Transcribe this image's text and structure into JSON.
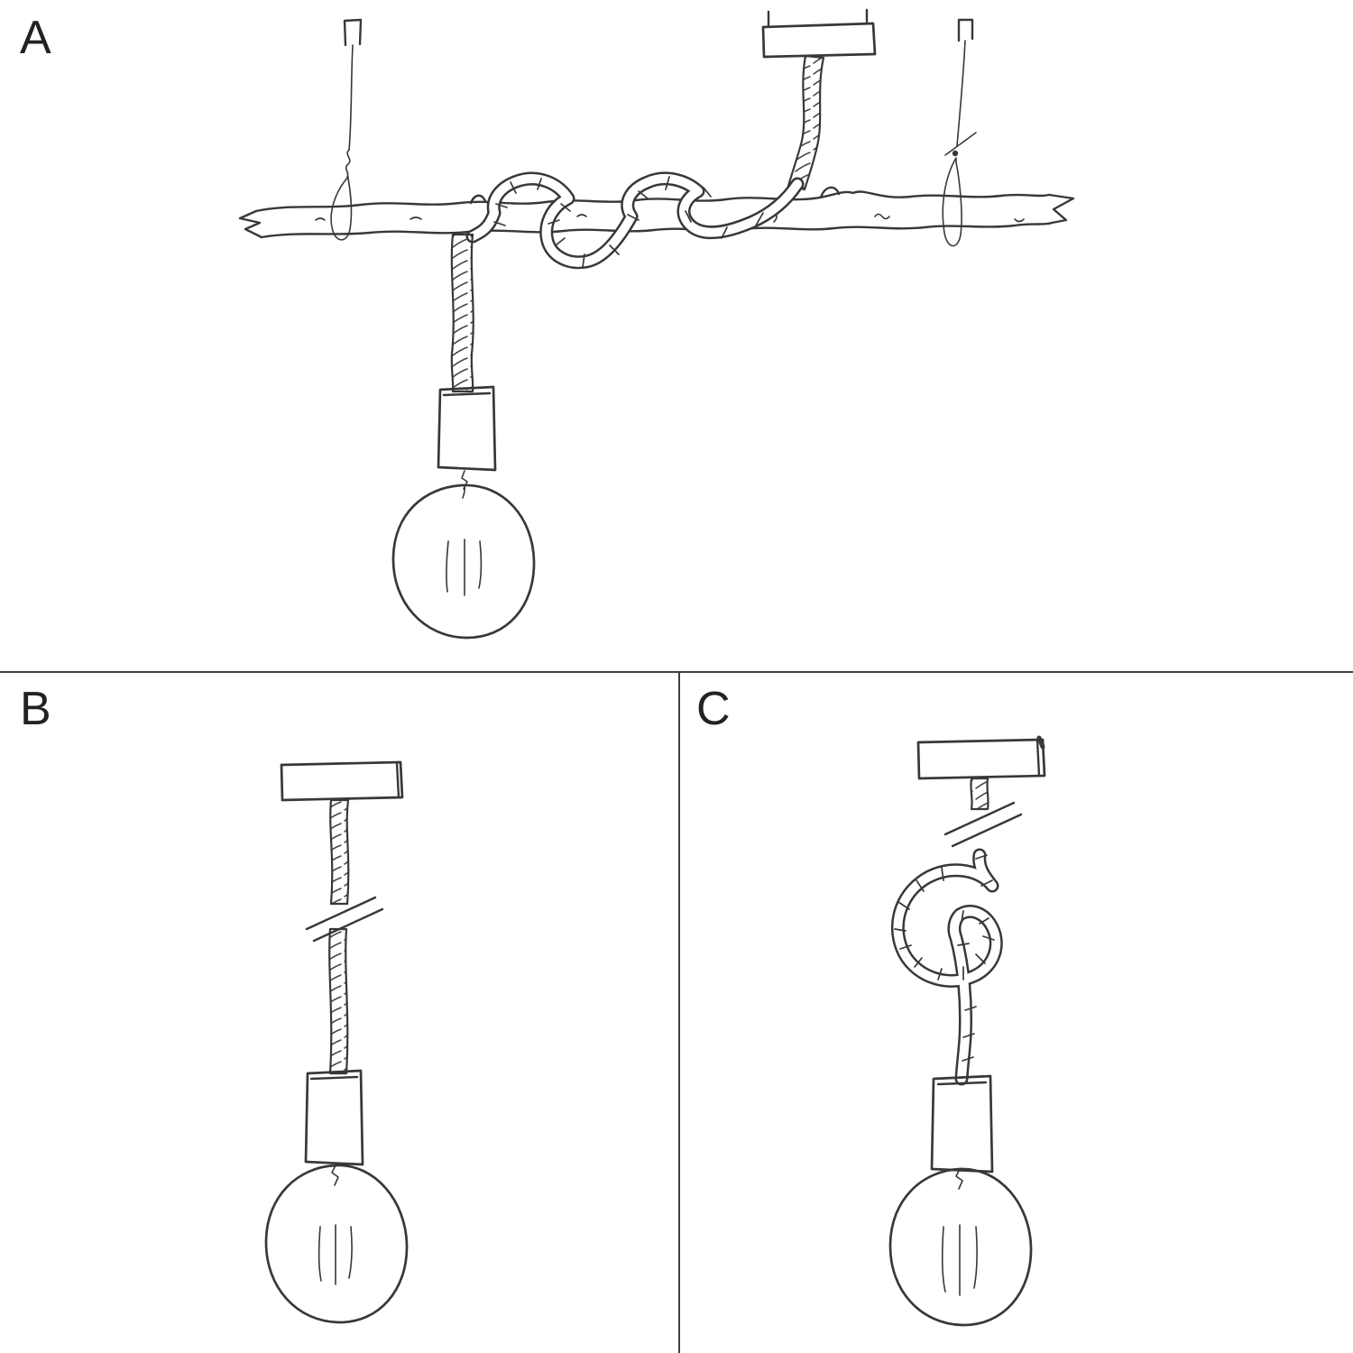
{
  "page": {
    "background_color": "#ffffff",
    "ink_color": "#383838",
    "divider_color": "#3f3f3f"
  },
  "panels": {
    "a": {
      "label": "A"
    },
    "b": {
      "label": "B"
    },
    "c": {
      "label": "C"
    }
  }
}
